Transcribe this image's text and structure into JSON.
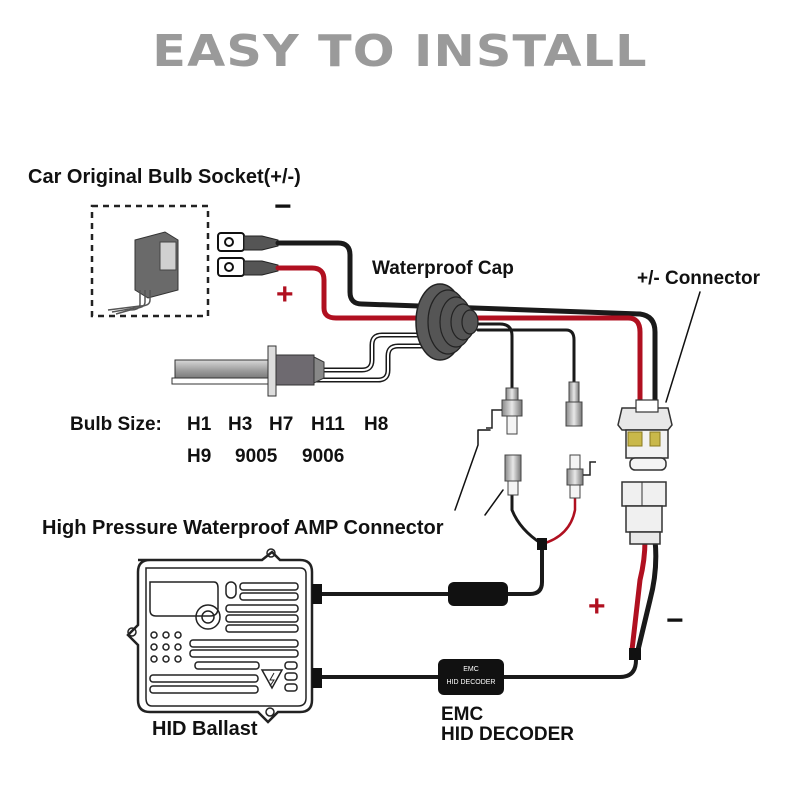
{
  "title": "EASY TO INSTALL",
  "labels": {
    "bulb_socket": "Car Original Bulb Socket(+/-)",
    "waterproof_cap": "Waterproof Cap",
    "connector": "+/- Connector",
    "bulb_size_label": "Bulb Size:",
    "bulb_sizes_row1": [
      "H1",
      "H3",
      "H7",
      "H11",
      "H8"
    ],
    "bulb_sizes_row2": [
      "H9",
      "9005",
      "9006"
    ],
    "amp_connector": "High Pressure Waterproof AMP Connector",
    "ballast": "HID Ballast",
    "decoder_line1": "EMC",
    "decoder_line2": "HID DECODER",
    "decoder_box_line1": "EMC",
    "decoder_box_line2": "HID DECODER"
  },
  "polarity": {
    "socket_negative": "−",
    "socket_positive": "+",
    "connector_positive": "+",
    "connector_negative": "−"
  },
  "colors": {
    "positive_wire": "#b01020",
    "negative_wire": "#1a1a1a",
    "title_gray": "#9a9a9a",
    "connector_yellow": "#c9b84a"
  }
}
